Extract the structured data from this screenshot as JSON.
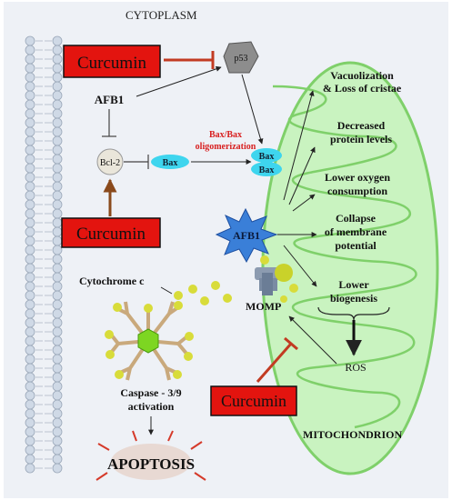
{
  "labels": {
    "cytoplasm": "CYTOPLASM",
    "mitochondrion": "MITOCHONDRION",
    "afb1_top": "AFB1",
    "p53": "p53",
    "bcl2": "Bcl-2",
    "bax_single": "Bax",
    "bax_dimer_top": "Bax",
    "bax_dimer_bottom": "Bax",
    "oligo_line1": "Bax/Bax",
    "oligo_line2": "oligomerization",
    "afb1_star": "AFB1",
    "momp": "MOMP",
    "cytochrome": "Cytochrome c",
    "caspase_line1": "Caspase - 3/9",
    "caspase_line2": "activation",
    "apoptosis": "APOPTOSIS",
    "ros": "ROS"
  },
  "curcumin_boxes": [
    {
      "label": "Curcumin"
    },
    {
      "label": "Curcumin"
    },
    {
      "label": "Curcumin"
    }
  ],
  "effects": [
    {
      "line1": "Vacuolization",
      "line2": "& Loss of  cristae"
    },
    {
      "line1": "Decreased",
      "line2": "protein levels"
    },
    {
      "line1": "Lower oxygen",
      "line2": "consumption"
    },
    {
      "line1": "Collapse",
      "line2": "of membrane",
      "line3": "potential"
    },
    {
      "line1": "Lower",
      "line2": "biogenesis"
    }
  ],
  "colors": {
    "background": "#eef1f6",
    "curcumin_fill": "#e3140f",
    "inhibit": "#c23b22",
    "activation_arrow": "#8a4a1c",
    "mito_fill": "#c9f3c0",
    "mito_stroke": "#7fd06a",
    "bax_fill": "#3ed5ee",
    "star_fill": "#3a7fd8",
    "oligo_text": "#d82020",
    "membrane_bead": "#cfd9e6"
  }
}
